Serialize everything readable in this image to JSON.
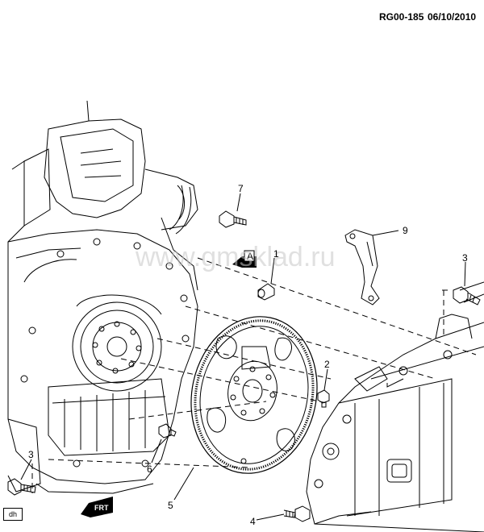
{
  "header": {
    "figure_code": "RG00-185",
    "date": "06/10/2010"
  },
  "watermark": "www.gmsklad.ru",
  "view_marker": "A",
  "front_marker": "FRT",
  "corner_tag": "dh",
  "callouts": [
    {
      "label": "1"
    },
    {
      "label": "2"
    },
    {
      "label": "3"
    },
    {
      "label": "3"
    },
    {
      "label": "4"
    },
    {
      "label": "5"
    },
    {
      "label": "6"
    },
    {
      "label": "7"
    },
    {
      "label": "9"
    }
  ],
  "colors": {
    "line": "#000000",
    "watermark": "#c8c8c8",
    "marker": "#000000"
  }
}
